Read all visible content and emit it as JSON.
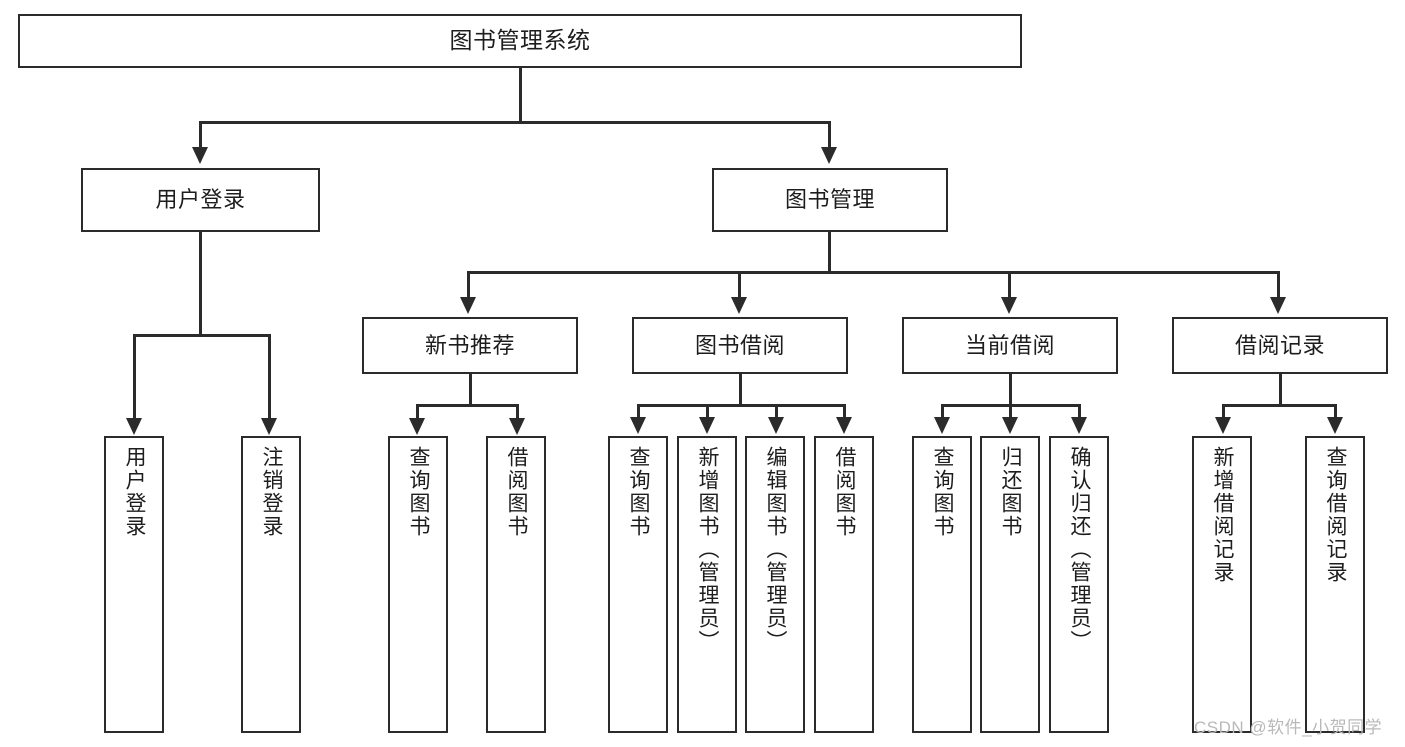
{
  "diagram": {
    "title": "图书管理系统",
    "type": "tree",
    "watermark": "CSDN @软件_小贺同学",
    "colors": {
      "node_border": "#2b2b2b",
      "node_fill": "#ffffff",
      "connector": "#2b2b2b",
      "text": "#1d1d1d",
      "watermark": "#b9b9b9",
      "background": "#ffffff"
    },
    "root": {
      "label": "图书管理系统"
    },
    "level2": [
      {
        "label": "用户登录"
      },
      {
        "label": "图书管理"
      }
    ],
    "level3": [
      {
        "label": "新书推荐"
      },
      {
        "label": "图书借阅"
      },
      {
        "label": "当前借阅"
      },
      {
        "label": "借阅记录"
      }
    ],
    "leaves": {
      "user_login": [
        {
          "label": "用户登录"
        },
        {
          "label": "注销登录"
        }
      ],
      "new_book_recommend": [
        {
          "label": "查询图书"
        },
        {
          "label": "借阅图书"
        }
      ],
      "book_borrow": [
        {
          "label": "查询图书"
        },
        {
          "label": "新增图书（管理员）"
        },
        {
          "label": "编辑图书（管理员）"
        },
        {
          "label": "借阅图书"
        }
      ],
      "current_borrow": [
        {
          "label": "查询图书"
        },
        {
          "label": "归还图书"
        },
        {
          "label": "确认归还（管理员）"
        }
      ],
      "borrow_record": [
        {
          "label": "新增借阅记录"
        },
        {
          "label": "查询借阅记录"
        }
      ]
    }
  }
}
